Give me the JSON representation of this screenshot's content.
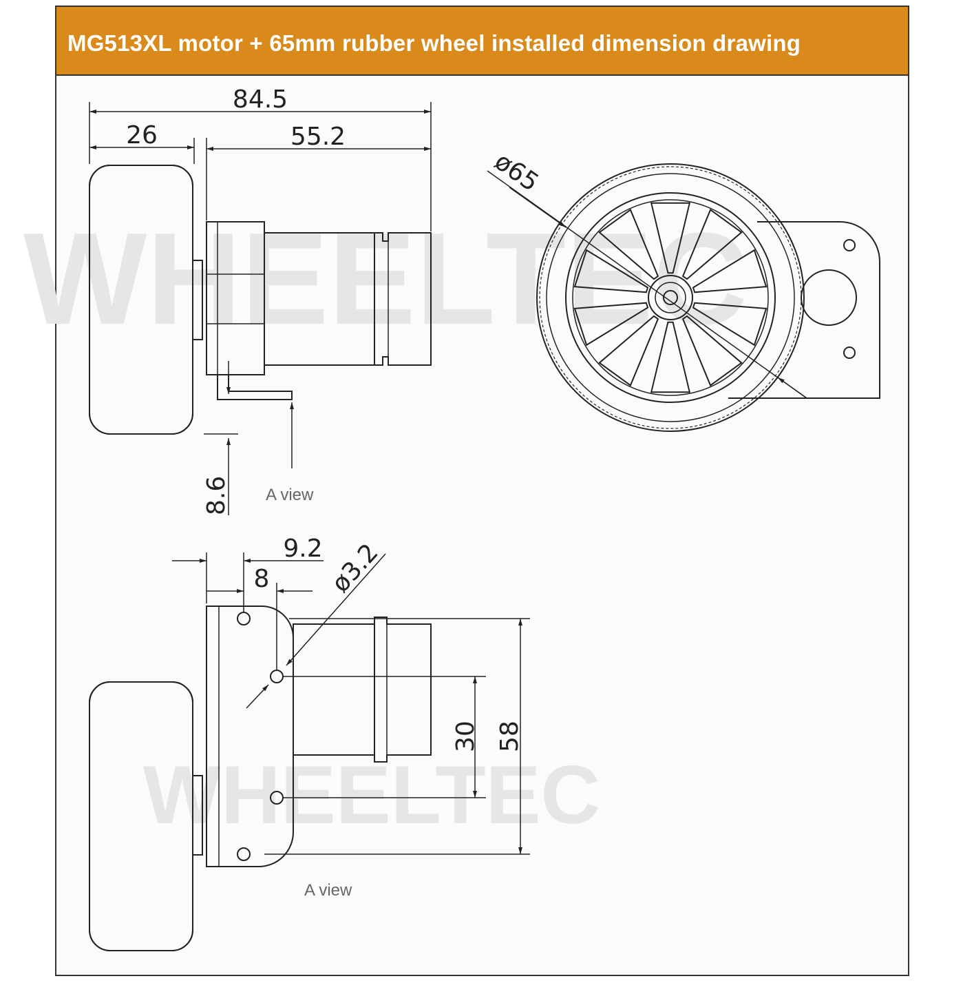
{
  "title": "MG513XL motor + 65mm rubber wheel installed dimension drawing",
  "colors": {
    "header": "#d98a1a",
    "line": "#222222",
    "caption": "#666666"
  },
  "dims": {
    "total_len": "84.5",
    "wheel_w": "26",
    "motor_len": "55.2",
    "wheel_dia": "ø65",
    "bracket_off": "8.6",
    "hole_x1": "9.2",
    "hole_x2": "8",
    "hole_dia": "ø3.2",
    "height_30": "30",
    "height_58": "58"
  },
  "captions": {
    "a_view_top": "A view",
    "a_view_bottom": "A view"
  }
}
